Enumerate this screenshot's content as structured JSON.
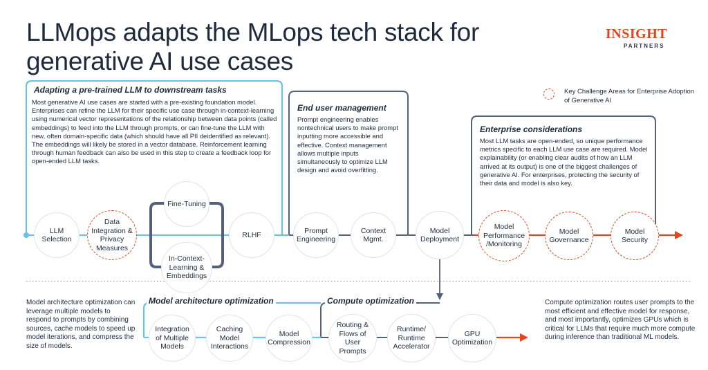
{
  "header": {
    "title_line1": "LLMops adapts the MLops tech stack for",
    "title_line2": "generative AI use cases",
    "logo_top": "INSIGHT",
    "logo_bottom": "PARTNERS"
  },
  "legend": {
    "text": "Key Challenge Areas for Enterprise Adoption of Generative AI"
  },
  "colors": {
    "blue": "#6cc2e6",
    "slate": "#55607a",
    "orange": "#e0461c",
    "gray_line": "#8a8f97"
  },
  "sections": {
    "adapting": {
      "title": "Adapting a pre-trained LLM to downstream tasks",
      "body": "Most generative AI use cases are started with a pre-existing foundation model. Enterprises can refine the LLM for their specific use case through in-context-learning using numerical vector representations of the relationship between data points (called embeddings) to feed into the LLM through prompts, or can fine-tune the LLM with new, often domain-specific data (which should have all PII deidentified as relevant). The embeddings will likely be stored in a vector database. Reinforcement learning through human feedback can also be used in this step to create a feedback loop for open-ended LLM tasks."
    },
    "end_user": {
      "title": "End user management",
      "body": "Prompt engineering enables nontechnical users to make prompt inputting more accessible and effective. Context management allows multiple inputs simultaneously to optimize LLM design and avoid overfitting."
    },
    "enterprise": {
      "title": "Enterprise considerations",
      "body": "Most LLM tasks are open-ended, so unique performance metrics specific to each LLM use case are required. Model explainability (or enabling clear audits of how an LLM arrived at its output) is one of the biggest challenges of generative AI. For enterprises, protecting the security of their data and model is also key."
    },
    "model_arch": {
      "title": "Model architecture optimization",
      "side_text": "Model architecture optimization can leverage multiple models to respond to prompts by combining sources, cache models to speed up model iterations, and compress the size of models."
    },
    "compute": {
      "title": "Compute optimization",
      "side_text": "Compute optimization routes user prompts to the most efficient and effective model for response, and most importantly, optimizes GPUs which is critical for LLMs that require much more compute during inference than traditional ML models."
    }
  },
  "nodes": {
    "llm_selection": "LLM Selection",
    "data_integration": "Data Integration & Privacy Measures",
    "fine_tuning": "Fine-Tuning",
    "in_context": "In-Context-Learning & Embeddings",
    "rlhf": "RLHF",
    "prompt_engineering": "Prompt Engineering",
    "context_mgmt": "Context Mgmt.",
    "model_deployment": "Model Deployment",
    "model_performance": "Model Performance /Monitoring",
    "model_governance": "Model Governance",
    "model_security": "Model Security",
    "integration_multiple": "Integration of Multiple Models",
    "caching": "Caching Model Interactions",
    "model_compression": "Model Compression",
    "routing": "Routing & Flows of User Prompts",
    "runtime": "Runtime/ Runtime Accelerator",
    "gpu": "GPU Optimization"
  }
}
